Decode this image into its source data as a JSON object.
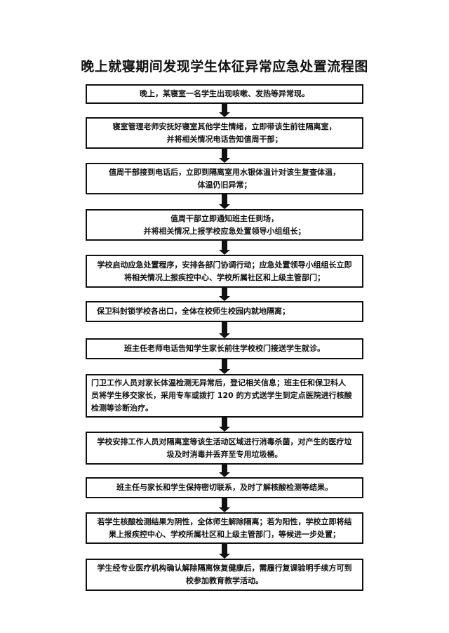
{
  "title": "晚上就寝期间发现学生体征异常应急处置流程图",
  "steps": [
    "晚上，某寝室一名学生出现咳嗽、发热等异常现。",
    "寝室管理老师安抚好寝室其他学生情绪，立即带该生前往隔离室，\n并将相关情况电话告知值周干部；",
    "值周干部接到电话后，立即到隔离室用水银体温计对该生复查体温，\n体温仍旧异常；",
    "值周干部立即通知班主任到场，\n并将相关情况上报学校应急处置领导小组组长；",
    "学校启动应急处置程序，安排各部门协调行动；应急处置领导小组组长立即\n将相关情况上报疾控中心、学校所属社区和上级主管部门；",
    "保卫科封锁学校各出口，全体在校师生校园内就地隔离；",
    "班主任老师电话告知学生家长前往学校校门接送学生就诊。",
    "门卫工作人员对家长体温检测无异常后，登记相关信息；班主任和保卫科人\n员将学生移交家长，采用专车或拨打 120 的方式送学生到定点医院进行核酸\n检测等诊断治疗。",
    "学校安排工作人员对隔离室等该生活动区域进行消毒杀菌，对产生的医疗垃\n圾及时消毒并丢弃至专用垃圾桶。",
    "班主任与家长和学生保持密切联系，及时了解核酸检测等结果。",
    "若学生核酸检测结果为阴性，全体师生解除隔离；若为阳性，学校立即将结\n果上报疾控中心、学校所属社区和上级主管部门，等候进一步处置；",
    "学生经专业医疗机构确认解除隔离恢复健康后，需履行复课验明手续方可到\n校参加教育教学活动。"
  ]
}
